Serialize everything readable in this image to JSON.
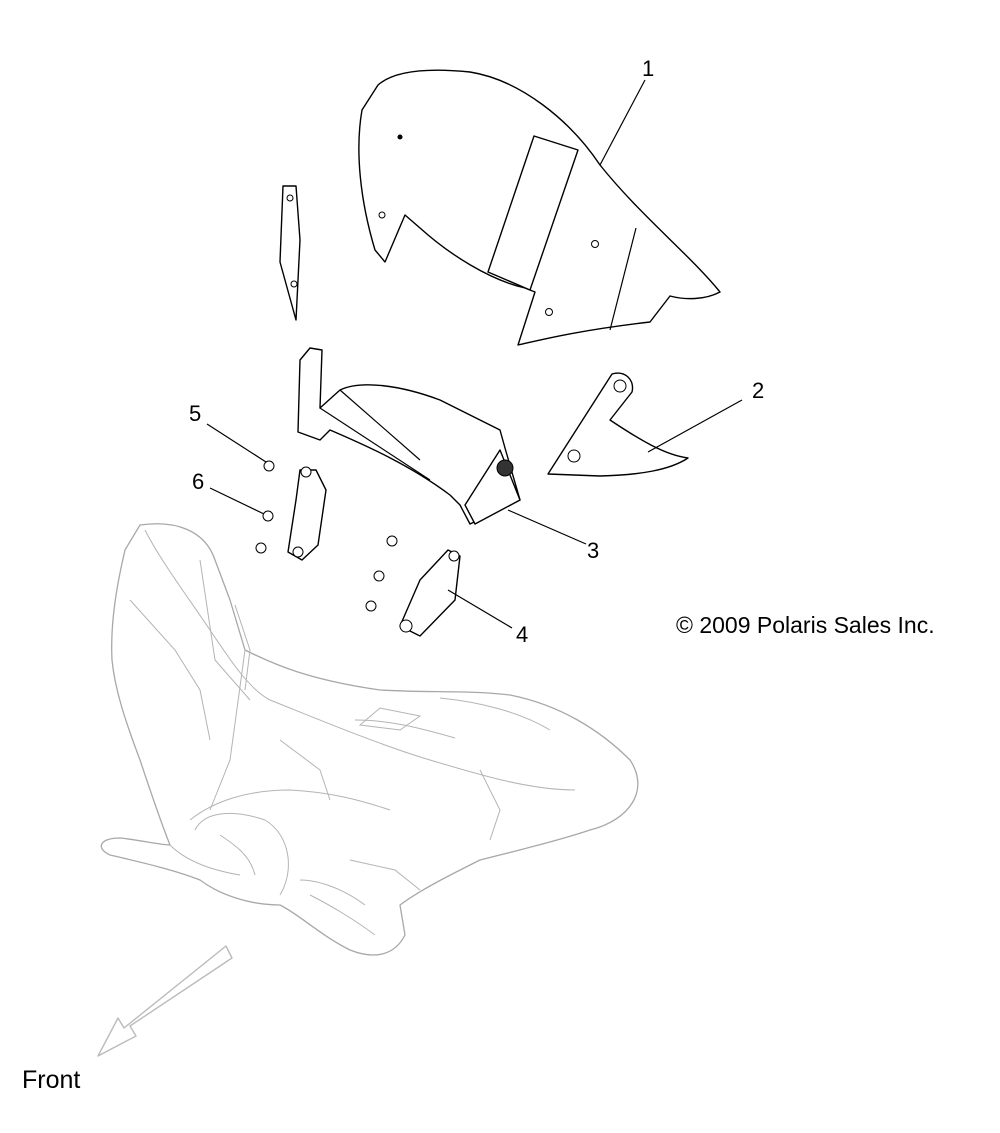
{
  "callouts": [
    "1",
    "2",
    "3",
    "4",
    "5",
    "6"
  ],
  "copyright": "© 2009 Polaris Sales Inc.",
  "direction_label": "Front"
}
